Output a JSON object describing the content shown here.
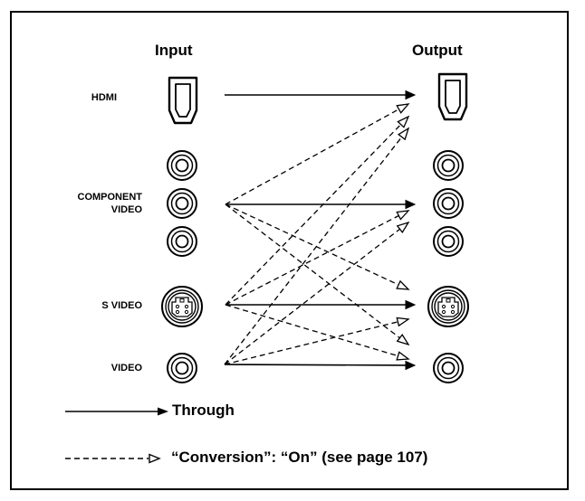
{
  "headers": {
    "input": "Input",
    "output": "Output"
  },
  "inputs": {
    "hdmi": "HDMI",
    "component_line1": "COMPONENT",
    "component_line2": "VIDEO",
    "svideo": "S VIDEO",
    "video": "VIDEO"
  },
  "legend": {
    "through": "Through",
    "conversion": "“Conversion”: “On” (see page 107)"
  },
  "connectors": {
    "input": [
      "hdmi-port-icon",
      "component-jack-icon",
      "component-jack-icon",
      "component-jack-icon",
      "svideo-jack-icon",
      "rca-jack-icon"
    ],
    "output": [
      "hdmi-port-icon",
      "component-jack-icon",
      "component-jack-icon",
      "component-jack-icon",
      "svideo-jack-icon",
      "rca-jack-icon"
    ]
  },
  "connections": {
    "through": [
      {
        "from": "hdmi",
        "to": "hdmi"
      },
      {
        "from": "component",
        "to": "component"
      },
      {
        "from": "svideo",
        "to": "svideo"
      },
      {
        "from": "video",
        "to": "video"
      }
    ],
    "conversion": [
      {
        "from": "component",
        "to": "hdmi"
      },
      {
        "from": "svideo",
        "to": "hdmi"
      },
      {
        "from": "video",
        "to": "hdmi"
      },
      {
        "from": "component",
        "to": "svideo"
      },
      {
        "from": "component",
        "to": "video"
      },
      {
        "from": "svideo",
        "to": "component"
      },
      {
        "from": "video",
        "to": "component"
      },
      {
        "from": "svideo",
        "to": "video"
      },
      {
        "from": "video",
        "to": "svideo"
      }
    ]
  },
  "colors": {
    "line": "#000000",
    "background": "#ffffff"
  }
}
